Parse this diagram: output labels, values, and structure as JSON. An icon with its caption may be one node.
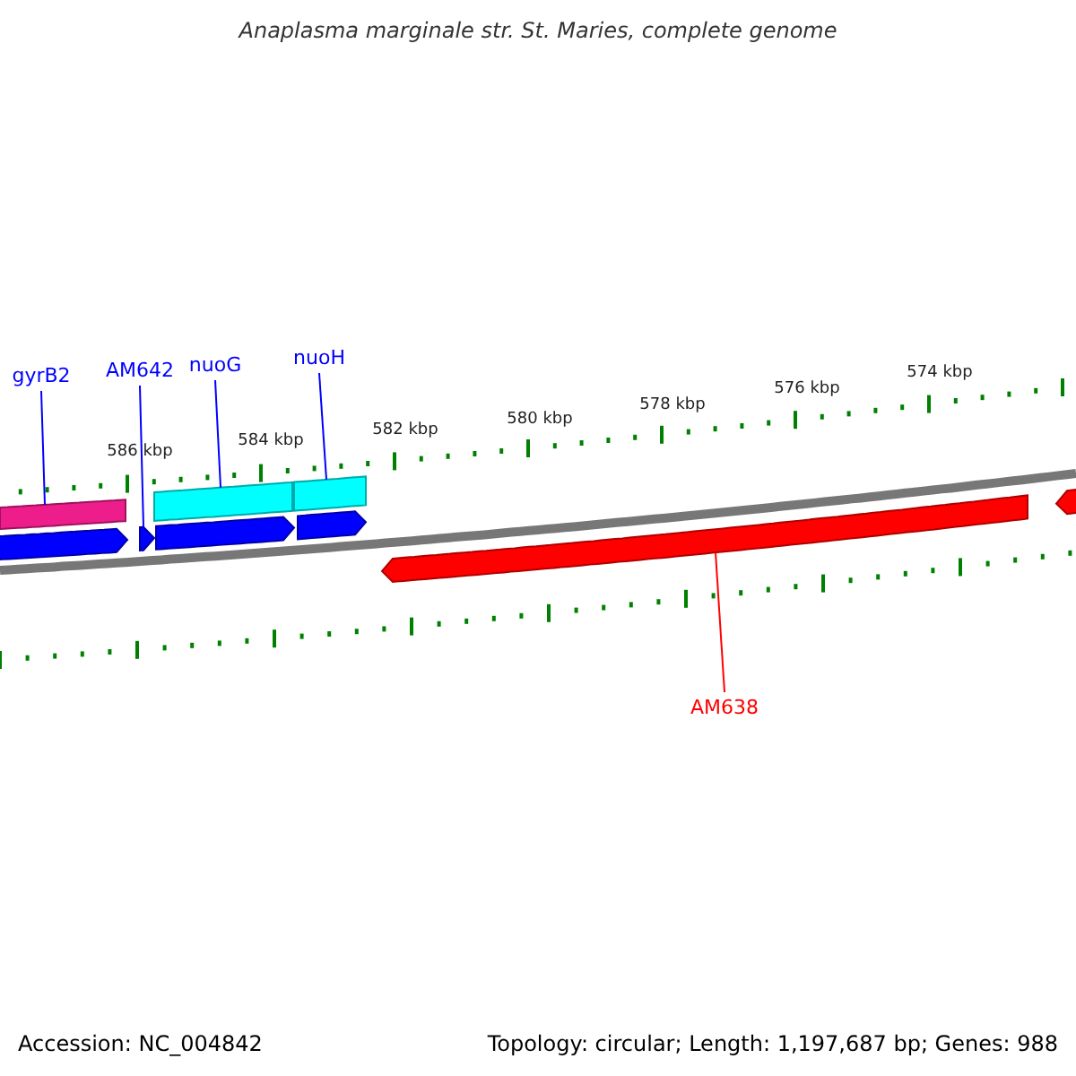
{
  "diagram": {
    "title": "Anaplasma marginale str. St. Maries, complete genome",
    "nodes": [
      {
        "text": [
          "gyrB2"
        ]
      },
      {
        "text": [
          "AM642"
        ]
      },
      {
        "text": [
          "nuoG"
        ]
      },
      {
        "text": [
          "nuoH"
        ]
      },
      {
        "text": [],
        "shape": "bar"
      },
      {
        "text": [],
        "shape": "bar"
      },
      {
        "text": [],
        "shape": "bar"
      },
      {
        "text": [],
        "shape": "pentagon"
      },
      {
        "text": [],
        "shape": "pentagon"
      },
      {
        "text": [],
        "shape": "pentagon"
      },
      {
        "text": [],
        "shape": "pentagon"
      },
      {
        "text": [],
        "shape": "pentagon"
      },
      {
        "text": [],
        "shape": "pentagon"
      },
      {
        "text": [
          "AM638"
        ]
      }
    ],
    "edges": [
      {
        "from": 0,
        "to": 4,
        "arrow": "none"
      },
      {
        "from": 1,
        "to": 8,
        "arrow": "none"
      },
      {
        "from": 2,
        "to": 5,
        "arrow": "none"
      },
      {
        "from": 3,
        "to": 6,
        "arrow": "none"
      },
      {
        "from": 13,
        "to": 11,
        "arrow": "none",
        "color": "#ff0000"
      }
    ],
    "labels": [
      "586 kbp",
      "584 kbp",
      "582 kbp",
      "580 kbp",
      "578 kbp",
      "576 kbp",
      "574 kbp",
      "Accession: NC_004842",
      "Topology: circular; Length: 1,197,687 bp; Genes: 988"
    ]
  }
}
